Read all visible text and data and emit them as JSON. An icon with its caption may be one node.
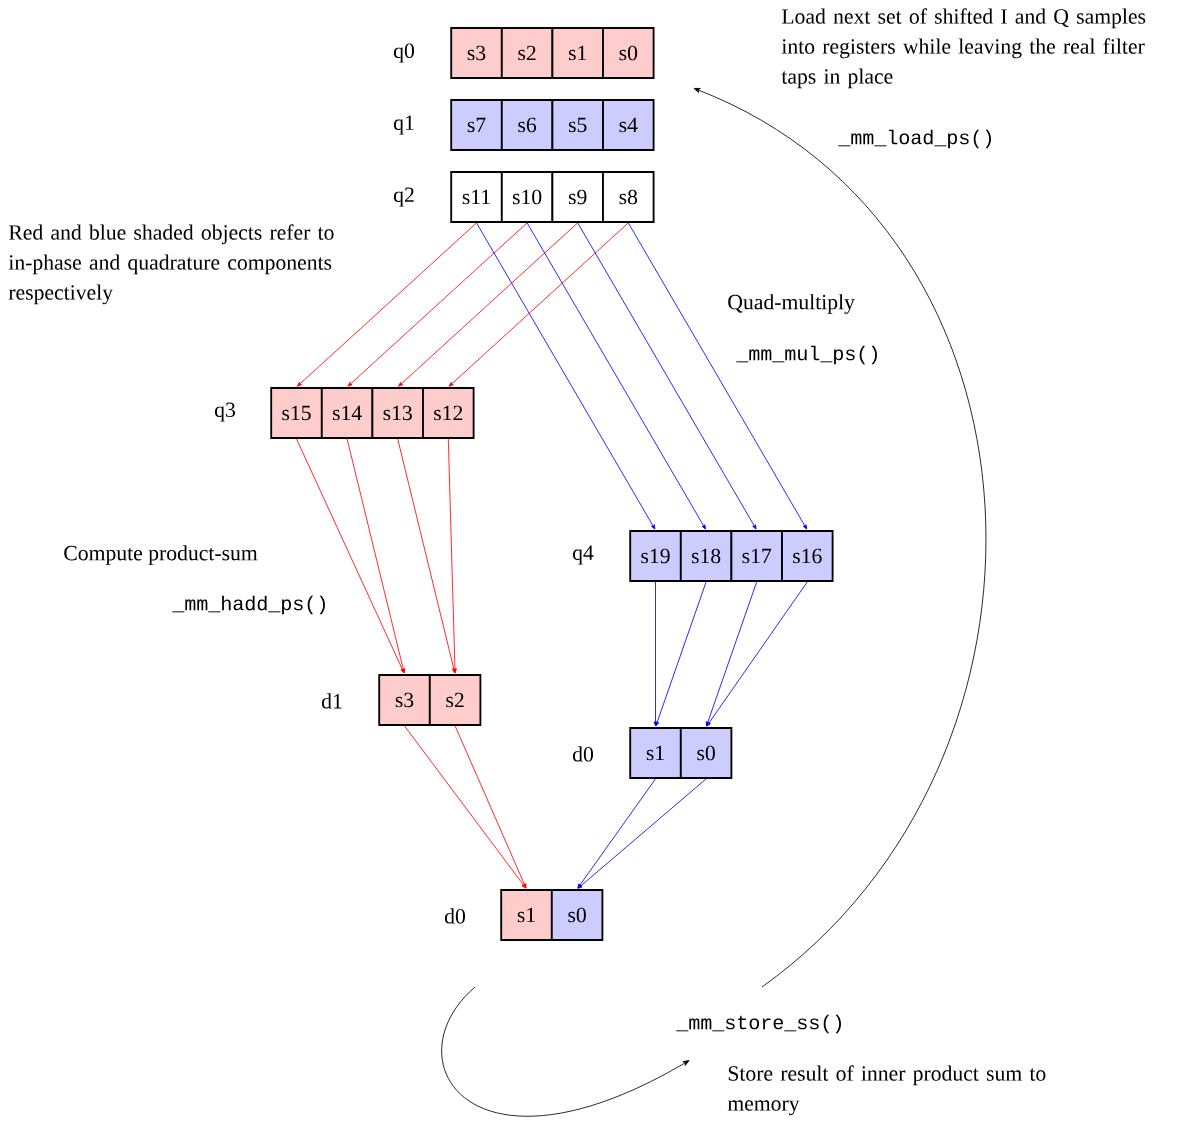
{
  "diagram": {
    "nodes": [
      {
        "text": [
          "s3"
        ]
      },
      {
        "text": [
          "s2"
        ]
      },
      {
        "text": [
          "s1"
        ]
      },
      {
        "text": [
          "s0"
        ]
      },
      {
        "text": [
          "s7"
        ]
      },
      {
        "text": [
          "s6"
        ]
      },
      {
        "text": [
          "s5"
        ]
      },
      {
        "text": [
          "s4"
        ]
      },
      {
        "text": [
          "s11"
        ]
      },
      {
        "text": [
          "s10"
        ]
      },
      {
        "text": [
          "s9"
        ]
      },
      {
        "text": [
          "s8"
        ]
      },
      {
        "text": [
          "s15"
        ]
      },
      {
        "text": [
          "s14"
        ]
      },
      {
        "text": [
          "s13"
        ]
      },
      {
        "text": [
          "s12"
        ]
      },
      {
        "text": [
          "s19"
        ]
      },
      {
        "text": [
          "s18"
        ]
      },
      {
        "text": [
          "s17"
        ]
      },
      {
        "text": [
          "s16"
        ]
      },
      {
        "text": [
          "s3"
        ]
      },
      {
        "text": [
          "s2"
        ]
      },
      {
        "text": [
          "s1"
        ]
      },
      {
        "text": [
          "s0"
        ]
      },
      {
        "text": [
          "s1"
        ]
      },
      {
        "text": [
          "s0"
        ]
      }
    ],
    "edges": [
      {
        "from": 8,
        "to": 12,
        "arrow": "to",
        "color": "#ff0000"
      },
      {
        "from": 9,
        "to": 13,
        "arrow": "to",
        "color": "#ff0000"
      },
      {
        "from": 10,
        "to": 14,
        "arrow": "to",
        "color": "#ff0000"
      },
      {
        "from": 11,
        "to": 15,
        "arrow": "to",
        "color": "#ff0000"
      },
      {
        "from": 8,
        "to": 16,
        "arrow": "to",
        "color": "#0000ff"
      },
      {
        "from": 9,
        "to": 17,
        "arrow": "to",
        "color": "#0000ff"
      },
      {
        "from": 10,
        "to": 18,
        "arrow": "to",
        "color": "#0000ff"
      },
      {
        "from": 11,
        "to": 19,
        "arrow": "to",
        "color": "#0000ff"
      },
      {
        "from": 12,
        "to": 20,
        "arrow": "to",
        "color": "#ff0000"
      },
      {
        "from": 13,
        "to": 20,
        "arrow": "to",
        "color": "#ff0000"
      },
      {
        "from": 14,
        "to": 21,
        "arrow": "to",
        "color": "#ff0000"
      },
      {
        "from": 15,
        "to": 21,
        "arrow": "to",
        "color": "#ff0000"
      },
      {
        "from": 16,
        "to": 22,
        "arrow": "to",
        "color": "#0000ff"
      },
      {
        "from": 17,
        "to": 22,
        "arrow": "to",
        "color": "#0000ff"
      },
      {
        "from": 18,
        "to": 23,
        "arrow": "to",
        "color": "#0000ff"
      },
      {
        "from": 19,
        "to": 23,
        "arrow": "to",
        "color": "#0000ff"
      },
      {
        "from": 20,
        "to": 24,
        "arrow": "to",
        "color": "#ff0000"
      },
      {
        "from": 21,
        "to": 24,
        "arrow": "to",
        "color": "#ff0000"
      },
      {
        "from": 22,
        "to": 25,
        "arrow": "to",
        "color": "#0000ff"
      },
      {
        "from": 23,
        "to": 25,
        "arrow": "to",
        "color": "#0000ff"
      }
    ],
    "labels": [
      "Load next set of shifted I and Q samples into registers while leaving the real filter taps in place",
      "q0",
      "_mm_load_ps()",
      "q1",
      "q2",
      "Red and blue shaded objects refer to in-phase and quadrature components respectively",
      "Quad-multiply",
      "_mm_mul_ps()",
      "q3",
      "Compute product-sum",
      "q4",
      "_mm_hadd_ps()",
      "d1",
      "d0",
      "d0",
      "_mm_store_ss()",
      "Store result of inner product sum to memory"
    ]
  }
}
